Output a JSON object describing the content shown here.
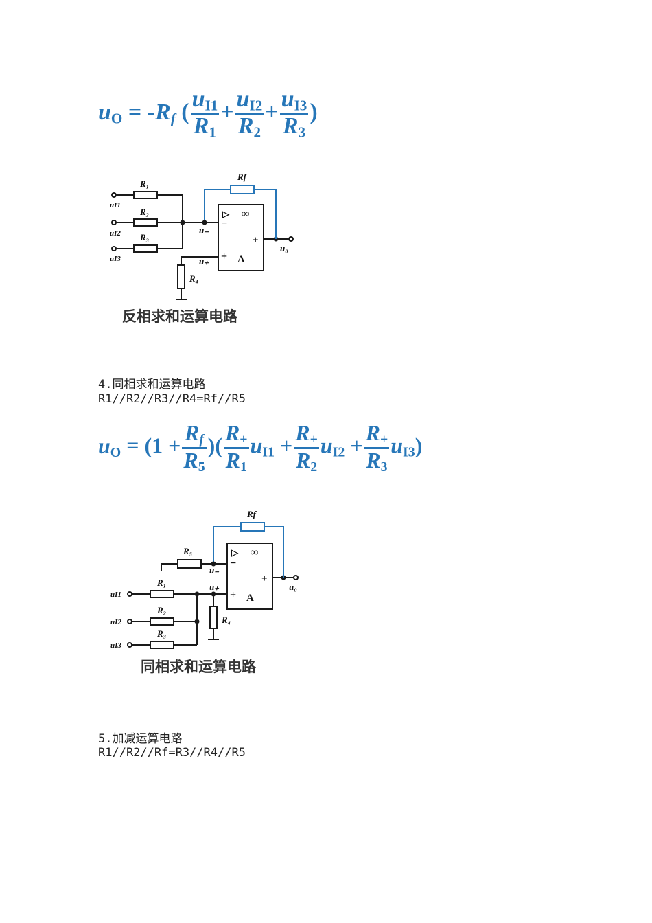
{
  "formula1": {
    "lhs": "u",
    "lhs_sub": "O",
    "eq": "= -",
    "rf": "R",
    "rf_sub": "f",
    "open": "(",
    "terms": [
      {
        "num": "u",
        "num_sub": "I1",
        "den": "R",
        "den_sub": "1"
      },
      {
        "num": "u",
        "num_sub": "I2",
        "den": "R",
        "den_sub": "2"
      },
      {
        "num": "u",
        "num_sub": "I3",
        "den": "R",
        "den_sub": "3"
      }
    ],
    "plus": "+",
    "close": ")"
  },
  "circuit1": {
    "labels": {
      "r1": "R₁",
      "r2": "R₂",
      "r3": "R₃",
      "r4": "R₄",
      "rf": "Rf",
      "ui1": "uI1",
      "ui2": "uI2",
      "ui3": "uI3",
      "u_minus": "u₋",
      "u_plus": "u₊",
      "uo": "u₀",
      "tri": "▷",
      "inf": "∞",
      "minus": "−",
      "plus": "+",
      "a": "A"
    },
    "caption": "反相求和运算电路"
  },
  "section4": {
    "heading": "4.同相求和运算电路",
    "condition": "R1//R2//R3//R4=Rf//R5"
  },
  "formula2": {
    "lhs": "u",
    "lhs_sub": "O",
    "eq": "= (1 +",
    "gain": {
      "num": "R",
      "num_sub": "f",
      "den": "R",
      "den_sub": "5"
    },
    "mid": ")(",
    "terms": [
      {
        "num": "R",
        "num_sub": "+",
        "den": "R",
        "den_sub": "1",
        "u": "u",
        "u_sub": "I1"
      },
      {
        "num": "R",
        "num_sub": "+",
        "den": "R",
        "den_sub": "2",
        "u": "u",
        "u_sub": "I2"
      },
      {
        "num": "R",
        "num_sub": "+",
        "den": "R",
        "den_sub": "3",
        "u": "u",
        "u_sub": "I3"
      }
    ],
    "plus": "+",
    "close": ")"
  },
  "circuit2": {
    "labels": {
      "r1": "R₁",
      "r2": "R₂",
      "r3": "R₃",
      "r4": "R₄",
      "r5": "R₅",
      "rf": "Rf",
      "ui1": "uI1",
      "ui2": "uI2",
      "ui3": "uI3",
      "u_minus": "u₋",
      "u_plus": "u₊",
      "uo": "u₀",
      "tri": "▷",
      "inf": "∞",
      "minus": "−",
      "plus": "+",
      "a": "A"
    },
    "caption": "同相求和运算电路"
  },
  "section5": {
    "heading": "5.加减运算电路",
    "condition": "R1//R2//Rf=R3//R4//R5"
  },
  "colors": {
    "formula": "#2676b8",
    "feedback_wire": "#2676b8",
    "wire": "#1a1a1a"
  }
}
